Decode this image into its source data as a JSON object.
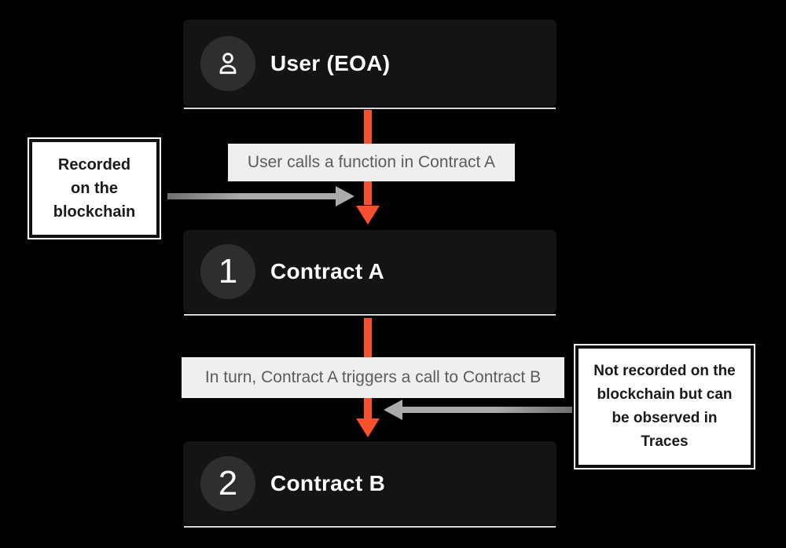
{
  "nodes": {
    "user": {
      "label": "User (EOA)"
    },
    "contract_a": {
      "label": "Contract A",
      "badge": "1"
    },
    "contract_b": {
      "label": "Contract B",
      "badge": "2"
    }
  },
  "edge_labels": {
    "first": "User calls a function in Contract A",
    "second": "In turn, Contract A triggers a call to Contract B"
  },
  "annotations": {
    "left": {
      "line1": "Recorded",
      "line2": "on the",
      "line3": "blockchain"
    },
    "right": {
      "line1": "Not recorded on the",
      "line2": "blockchain but can",
      "line3": "be observed in",
      "line4": "Traces"
    }
  },
  "icons": {
    "user_badge": "user-icon"
  },
  "colors": {
    "background": "#000000",
    "node_background": "#141414",
    "node_badge_background": "#2e2e2e",
    "node_text": "#fcfcfc",
    "node_underline": "#d8d8d8",
    "edge_label_background": "#efefef",
    "edge_label_text": "#5c5c5c",
    "flow_arrow": "#f9502e",
    "note_arrow": "#ababab",
    "annotation_background": "#ffffff",
    "annotation_border": "#111111",
    "annotation_text": "#1a1a1a"
  }
}
